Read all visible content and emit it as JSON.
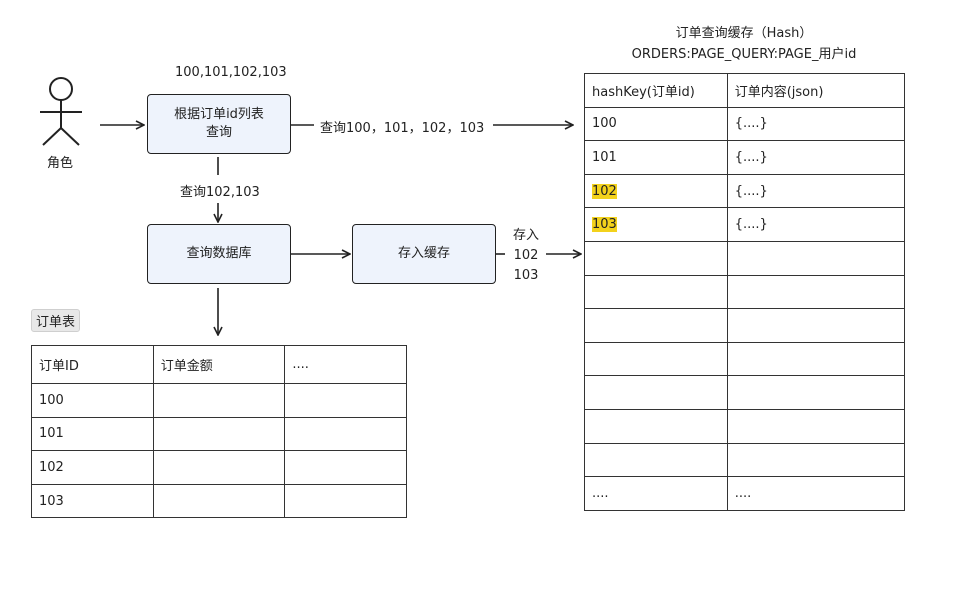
{
  "actor": {
    "label": "角色"
  },
  "top_ids": "100,101,102,103",
  "box_query_list": "根据订单id列表\n查询",
  "edge_query_cache": "查询100，101，102，103",
  "edge_query_db": "查询102,103",
  "box_query_db": "查询数据库",
  "box_store_cache": "存入缓存",
  "edge_store": "存入\n102\n103",
  "cache": {
    "title": "订单查询缓存（Hash）",
    "subtitle": "ORDERS:PAGE_QUERY:PAGE_用户id",
    "headers": [
      "hashKey(订单id)",
      "订单内容(json)"
    ],
    "rows": [
      [
        "100",
        "{....}"
      ],
      [
        "101",
        "{....}"
      ],
      [
        "102",
        "{....}"
      ],
      [
        "103",
        "{....}"
      ],
      [
        "",
        ""
      ],
      [
        "",
        ""
      ],
      [
        "",
        ""
      ],
      [
        "",
        ""
      ],
      [
        "",
        ""
      ],
      [
        "",
        ""
      ],
      [
        "",
        ""
      ],
      [
        "....",
        "...."
      ]
    ],
    "highlight_color": "#f3d21c"
  },
  "order_table": {
    "tag": "订单表",
    "headers": [
      "订单ID",
      "订单金额",
      "...."
    ],
    "rows": [
      [
        "100",
        "",
        ""
      ],
      [
        "101",
        "",
        ""
      ],
      [
        "102",
        "",
        ""
      ],
      [
        "103",
        "",
        ""
      ]
    ]
  }
}
